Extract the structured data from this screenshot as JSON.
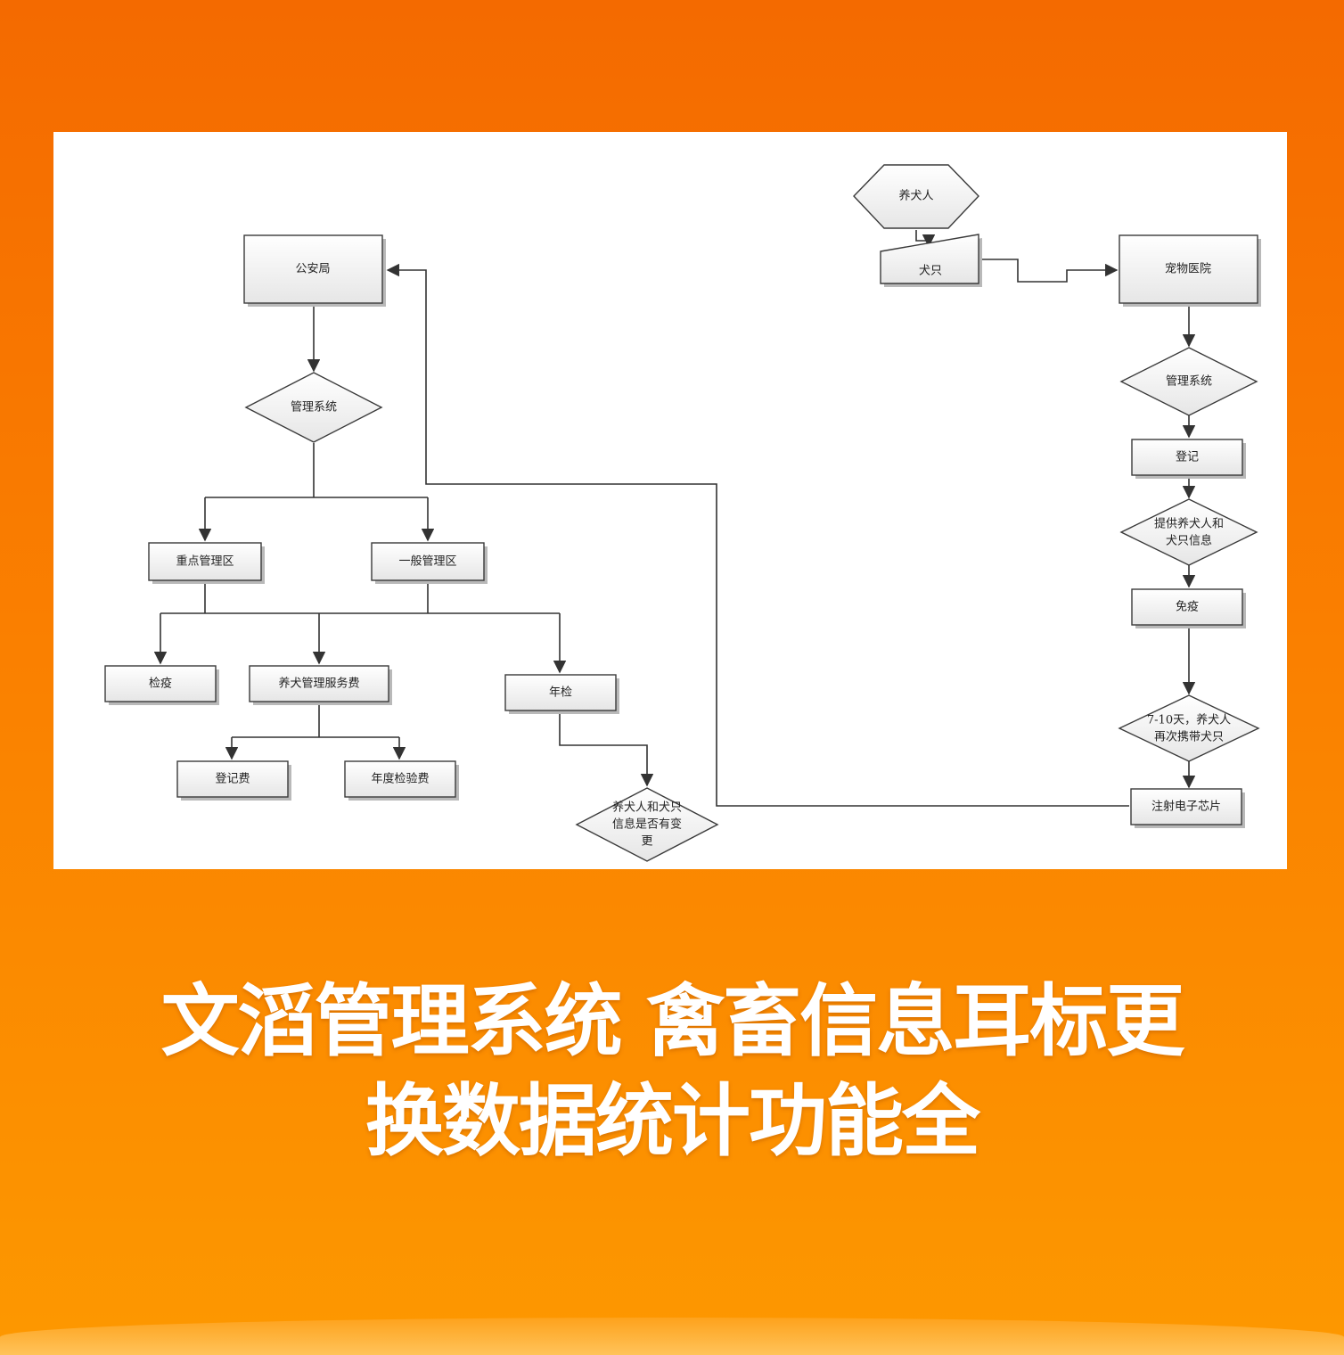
{
  "diagram": {
    "nodes": {
      "police": "公安局",
      "mgmt_left": "管理系统",
      "key_zone": "重点管理区",
      "general_zone": "一般管理区",
      "quarantine": "检疫",
      "service_fee": "养犬管理服务费",
      "annual_check": "年检",
      "register_fee": "登记费",
      "annual_fee": "年度检验费",
      "info_change_l1": "养犬人和犬只",
      "info_change_l2": "信息是否有变",
      "info_change_l3": "更",
      "owner": "养犬人",
      "dog": "犬只",
      "hospital": "宠物医院",
      "mgmt_right": "管理系统",
      "register": "登记",
      "provide_l1": "提供养犬人和",
      "provide_l2": "犬只信息",
      "immunize": "免疫",
      "return_l1": "7-10天，养犬人",
      "return_l2": "再次携带犬只",
      "chip": "注射电子芯片"
    }
  },
  "headline": {
    "line1": "文滔管理系统 禽畜信息耳标更",
    "line2": "换数据统计功能全"
  }
}
